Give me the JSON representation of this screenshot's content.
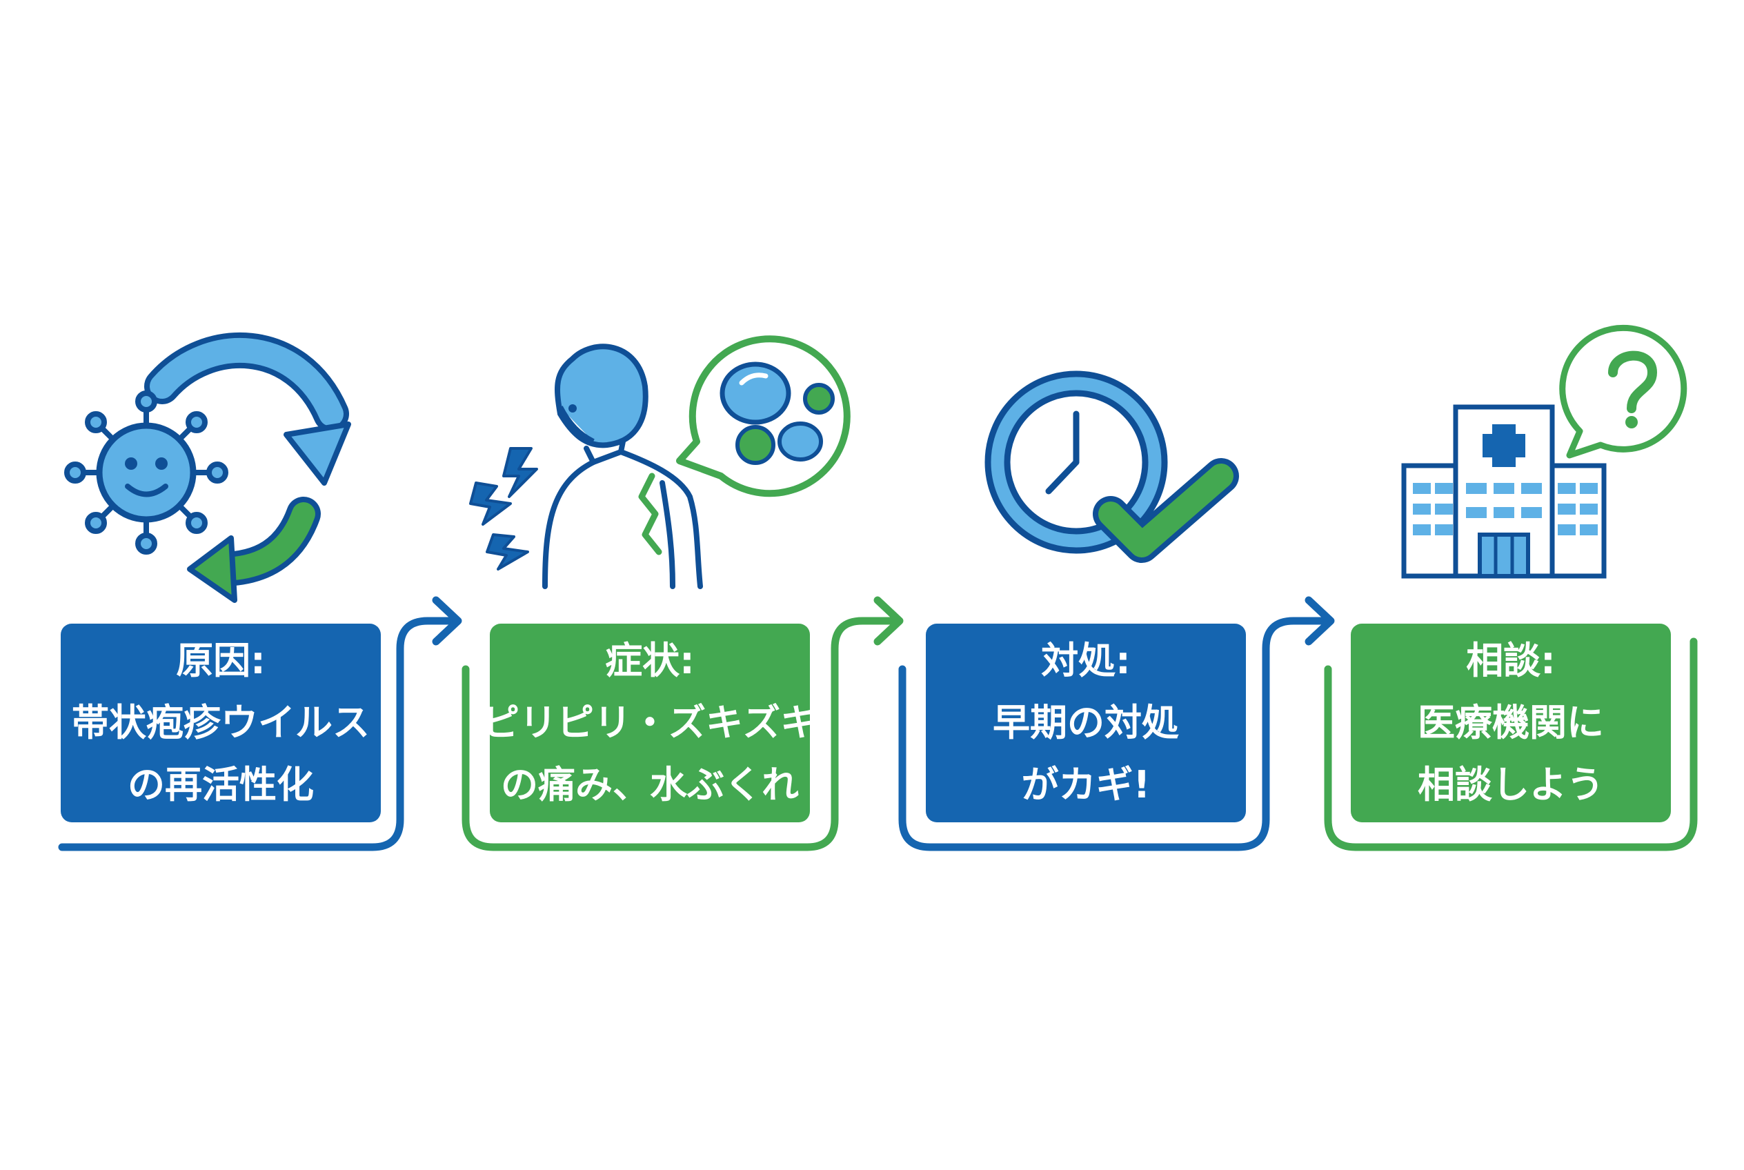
{
  "colors": {
    "blue": "#1565b0",
    "green": "#43a851",
    "light_blue": "#5eb1e6",
    "dark_outline": "#0f4f96"
  },
  "steps": [
    {
      "lines": [
        "原因:",
        "帯状疱疹ウイルス",
        "の再活性化"
      ],
      "color": "blue",
      "icon": "virus-cycle-icon"
    },
    {
      "lines": [
        "症状:",
        "ピリピリ・ズキズキ",
        "の痛み、水ぶくれ"
      ],
      "color": "green",
      "icon": "person-back-pain-icon"
    },
    {
      "lines": [
        "対処:",
        "早期の対処",
        "がカギ!"
      ],
      "color": "blue",
      "icon": "clock-check-icon"
    },
    {
      "lines": [
        "相談:",
        "医療機関に",
        "相談しよう"
      ],
      "color": "green",
      "icon": "hospital-question-icon"
    }
  ]
}
